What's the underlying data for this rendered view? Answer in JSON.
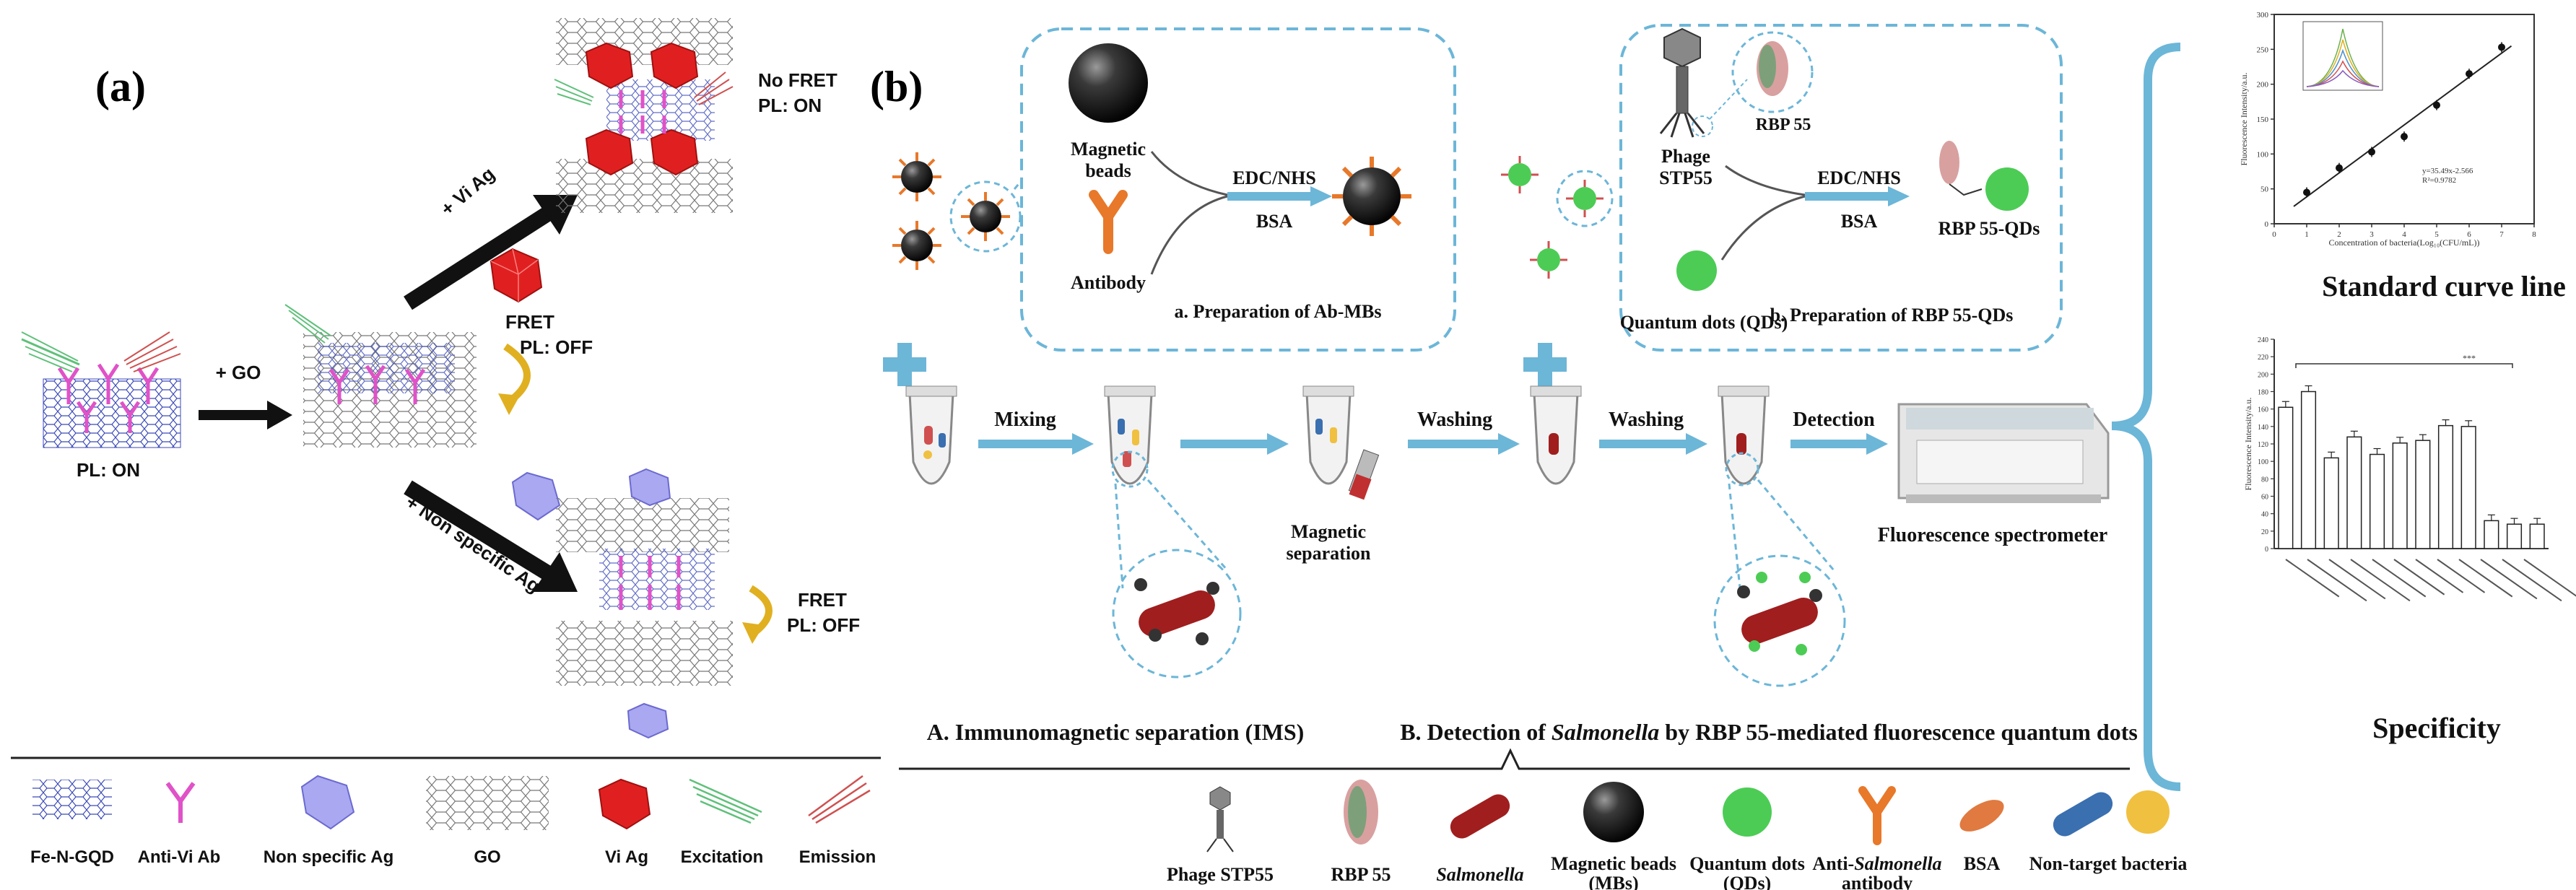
{
  "panel_a": {
    "label": "(a)",
    "pl_on": "PL: ON",
    "plus_go": "+ GO",
    "plus_vi_ag": "+ Vi Ag",
    "no_fret": "No FRET",
    "pl_on_top": "PL: ON",
    "fret_mid": "FRET",
    "pl_off_mid": "PL: OFF",
    "plus_nonspecific": "+ Non specific Ag",
    "fret_bot": "FRET",
    "pl_off_bot": "PL: OFF",
    "legend": {
      "fe_n_gqd": "Fe-N-GQD",
      "anti_vi_ab": "Anti-Vi Ab",
      "non_specific_ag": "Non specific Ag",
      "go": "GO",
      "vi_ag": "Vi Ag",
      "excitation": "Excitation",
      "emission": "Emission"
    },
    "colors": {
      "antibody": "#e052c8",
      "vi_ag": "#e02020",
      "nonspecific": "#a9a8f0",
      "excitation": "#5fc07a",
      "emission": "#d05050"
    }
  },
  "panel_b": {
    "label": "(b)",
    "box_a": {
      "magnetic": "Magnetic",
      "beads": "beads",
      "antibody": "Antibody",
      "edc_nhs": "EDC/NHS",
      "bsa": "BSA",
      "caption": "a. Preparation of Ab-MBs"
    },
    "box_b": {
      "phage": "Phage",
      "stp55": "STP55",
      "rbp55": "RBP 55",
      "edc_nhs": "EDC/NHS",
      "bsa": "BSA",
      "rbp55_qds": "RBP 55-QDs",
      "qds": "Quantum dots (QDs)",
      "caption": "b. Preparation of RBP 55-QDs"
    },
    "steps": {
      "mixing": "Mixing",
      "washing1": "Washing",
      "washing2": "Washing",
      "detection": "Detection",
      "magnetic": "Magnetic",
      "separation": "separation",
      "spectrometer": "Fluorescence spectrometer"
    },
    "section_a": "A. Immunomagnetic separation (IMS)",
    "section_b_pre": "B. Detection of ",
    "section_b_italic": "Salmonella",
    "section_b_post": " by RBP 55-mediated fluorescence quantum dots",
    "legend": {
      "phage": "Phage STP55",
      "rbp55": "RBP 55",
      "salmonella": "Salmonella",
      "mb1": "Magnetic beads",
      "mb2": "(MBs)",
      "qd1": "Quantum dots",
      "qd2": "(QDs)",
      "ab1_pre": "Anti-",
      "ab1_italic": "Salmonella",
      "ab2": "antibody",
      "bsa": "BSA",
      "nontarget": "Non-target bacteria"
    },
    "colors": {
      "arrow": "#6cb6d8",
      "dash": "#6cb6d8",
      "qd": "#4ccc55",
      "antibody": "#e8782a",
      "bacteria": "#a01e1e",
      "bsa": "#e07a40",
      "nontarget_blue": "#3a6fb0",
      "nontarget_yellow": "#f0c040"
    }
  },
  "charts": {
    "standard": {
      "heading": "Standard curve line",
      "ylabel": "Fluorescence Intensity/a.u.",
      "xlabel": "Concentration of bacteria(Log₁₀(CFU/mL))",
      "equation": "y=35.49x-2.566",
      "r2": "R²=0.9782"
    },
    "specificity": {
      "heading": "Specificity",
      "ylabel": "Fluorescence Intensity/a.u.",
      "sig": "***"
    }
  },
  "chart_data": [
    {
      "type": "scatter",
      "x": [
        1,
        2,
        3,
        4,
        5,
        6,
        7
      ],
      "y": [
        45,
        80,
        103,
        125,
        170,
        215,
        253
      ],
      "xlim": [
        0,
        8
      ],
      "ylim": [
        0,
        300
      ],
      "yticks": [
        0,
        50,
        100,
        150,
        200,
        250,
        300
      ],
      "xticks": [
        0,
        1,
        2,
        3,
        4,
        5,
        6,
        7,
        8
      ]
    },
    {
      "type": "bar",
      "values": [
        162,
        180,
        104,
        128,
        108,
        121,
        124,
        141,
        140,
        32,
        28,
        28
      ],
      "ylim": [
        0,
        240
      ],
      "yticks": [
        0,
        20,
        40,
        60,
        80,
        100,
        120,
        140,
        160,
        180,
        200,
        220,
        240
      ]
    }
  ]
}
